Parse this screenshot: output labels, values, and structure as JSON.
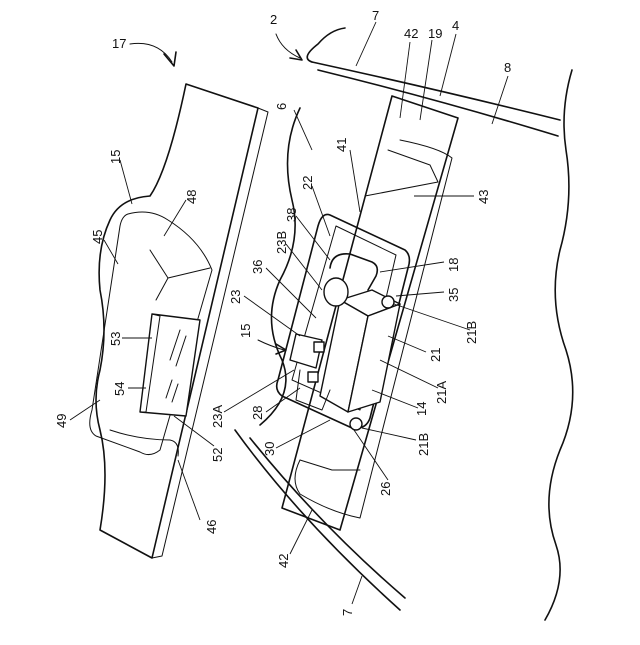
{
  "figure": {
    "labels": {
      "l17": "17",
      "l2": "2",
      "l7a": "7",
      "l42a": "42",
      "l19": "19",
      "l4": "4",
      "l8": "8",
      "l6": "6",
      "l41": "41",
      "l43": "43",
      "l15a": "15",
      "l48": "48",
      "l45": "45",
      "l22": "22",
      "l38": "38",
      "l23B": "23B",
      "l36": "36",
      "l18": "18",
      "l35": "35",
      "l23": "23",
      "l15b": "15",
      "l21B_a": "21B",
      "l21": "21",
      "l53": "53",
      "l54": "54",
      "l21A": "21A",
      "l14": "14",
      "l49": "49",
      "l23A": "23A",
      "l28": "28",
      "l30": "30",
      "l21B_b": "21B",
      "l52": "52",
      "l26": "26",
      "l46": "46",
      "l42b": "42",
      "l7b": "7"
    }
  }
}
